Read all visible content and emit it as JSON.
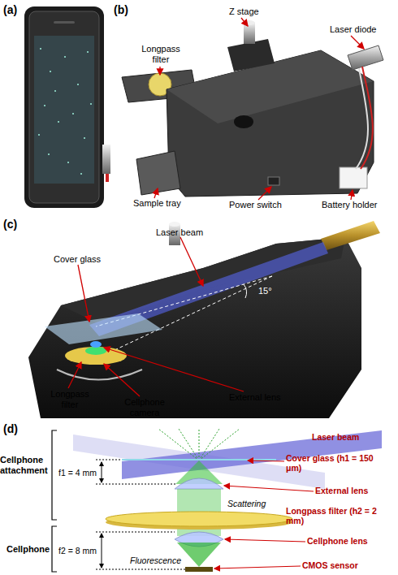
{
  "diagram": {
    "labels": [
      "(a)",
      "(b)",
      "Longpass filter",
      "Z stage",
      "Laser diode",
      "Sample tray",
      "Power switch",
      "Battery holder",
      "(c)",
      "Laser beam",
      "Cover glass",
      "15°",
      "Longpass filter",
      "Cellphone camera",
      "External lens",
      "(d)",
      "Cellphone attachment",
      "f1 = 4 mm",
      "Laser beam",
      "Cover glass (h1 = 150 μm)",
      "External lens",
      "Scattering",
      "Longpass filter (h2 = 2 mm)",
      "Cellphone lens",
      "Cellphone",
      "f2 = 8 mm",
      "Fluorescence",
      "CMOS sensor"
    ]
  }
}
